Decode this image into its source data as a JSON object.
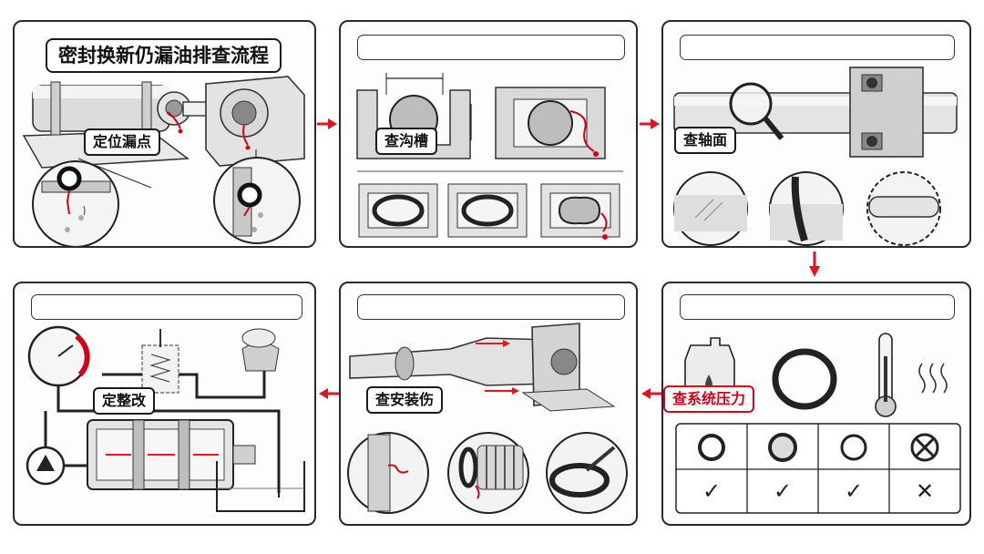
{
  "flow": {
    "title": "密封换新仍漏油排查流程",
    "steps": [
      {
        "label": "定位漏点"
      },
      {
        "label": "查沟槽"
      },
      {
        "label": "查轴面"
      },
      {
        "label": "查系统压力"
      },
      {
        "label": "查安装伤"
      },
      {
        "label": "定整改"
      }
    ]
  },
  "check_table": {
    "marks": [
      "✓",
      "✓",
      "✓",
      "✕"
    ]
  },
  "colors": {
    "arrow": "#e0141e",
    "leak": "#d0021b",
    "line": "#2a2a2a"
  }
}
